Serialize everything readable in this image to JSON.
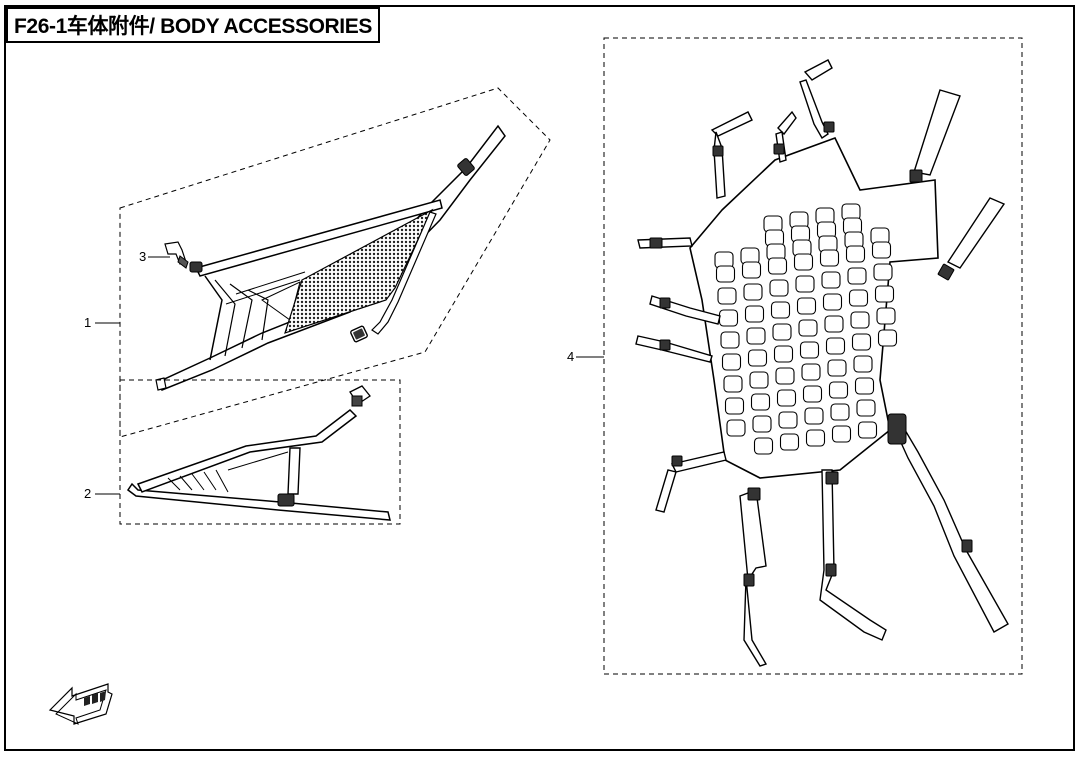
{
  "header": {
    "title": "F26-1车体附件/ BODY ACCESSORIES"
  },
  "callouts": [
    {
      "id": "c1",
      "label": "1"
    },
    {
      "id": "c2",
      "label": "2"
    },
    {
      "id": "c3",
      "label": "3"
    },
    {
      "id": "c4",
      "label": "4"
    }
  ],
  "icons": {
    "front_arrow": "front-direction-arrow-icon"
  }
}
